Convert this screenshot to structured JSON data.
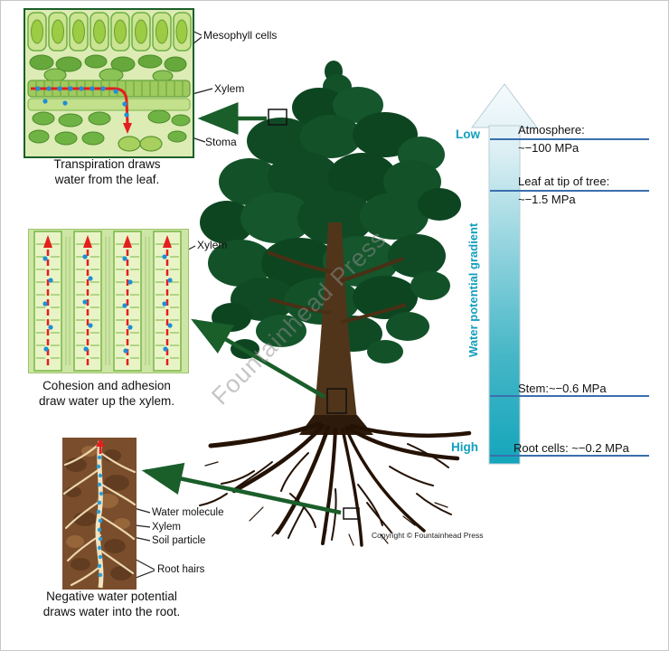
{
  "insets": {
    "leaf": {
      "caption": "Transpiration draws\nwater from the leaf.",
      "labels": {
        "mesophyll": "Mesophyll cells",
        "xylem": "Xylem",
        "stoma": "Stoma"
      }
    },
    "vessels": {
      "caption": "Cohesion and adhesion\ndraw water up the xylem.",
      "labels": {
        "xylem": "Xylem"
      }
    },
    "root": {
      "caption": "Negative water potential\ndraws water into the root.",
      "labels": {
        "water_molecule": "Water molecule",
        "xylem": "Xylem",
        "soil_particle": "Soil particle",
        "root_hairs": "Root hairs"
      }
    }
  },
  "gradient_scale": {
    "title": "Water potential gradient",
    "low_label": "Low",
    "high_label": "High",
    "levels": [
      {
        "line1": "Atmosphere:",
        "line2": "~−100 MPa"
      },
      {
        "line1": "Leaf at tip of tree:",
        "line2": "~−1.5 MPa"
      },
      {
        "line1": "Stem:~−0.6 MPa",
        "line2": ""
      },
      {
        "line1": "Root cells: ~−0.2 MPa",
        "line2": ""
      }
    ],
    "colors": {
      "teal": "#129fbc",
      "line_blue": "#3a6fae"
    }
  },
  "watermark": "Fountainhead Press",
  "copyright": "Copyright © Fountainhead Press"
}
